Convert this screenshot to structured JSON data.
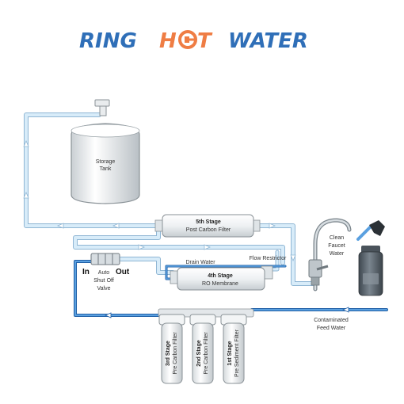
{
  "logo": {
    "word1": "RING",
    "word2_a": "H",
    "word2_b": "T",
    "word3": "WATER",
    "blue": "#2f6fb8",
    "orange": "#ef7d44"
  },
  "tank": {
    "line1": "Storage",
    "line2": "Tank"
  },
  "stage5": {
    "title": "5th Stage",
    "subtitle": "Post Carbon Filter"
  },
  "stage4": {
    "title": "4th Stage",
    "subtitle": "RO Membrane"
  },
  "filters": [
    {
      "title": "3rd Stage",
      "subtitle": "Pre Carbon Filter"
    },
    {
      "title": "2nd Stage",
      "subtitle": "Pre Carbon Filter"
    },
    {
      "title": "1st Stage",
      "subtitle": "Pre Sediment Filter"
    }
  ],
  "valve": {
    "in": "In",
    "out": "Out",
    "line1": "Auto",
    "line2": "Shut Off",
    "line3": "Valve"
  },
  "faucet": {
    "line1": "Clean",
    "line2": "Faucet",
    "line3": "Water"
  },
  "drain_label": "Drain Water",
  "restrictor_label": "Flow Restrictor",
  "feed": {
    "line1": "Contaminated",
    "line2": "Feed Water"
  },
  "colors": {
    "pipe_clean": "#cfe6f7",
    "pipe_outline": "#8fb6d4",
    "pipe_feed": "#2e79c7",
    "housing": "#eef1f3",
    "housing_outline": "#9aa3a8",
    "bottle": "#59646e"
  }
}
